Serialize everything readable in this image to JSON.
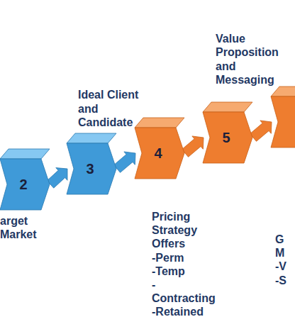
{
  "diagram": {
    "nodes": [
      {
        "text": [
          "2",
          "arget Market"
        ]
      },
      {
        "text": [
          "3",
          "Ideal Client and Candidate"
        ]
      },
      {
        "text": [
          "4",
          "Pricing Strategy Offers",
          "-Perm",
          "-Temp",
          "-Contracting",
          "-Retained"
        ]
      },
      {
        "text": [
          "5",
          "Value Proposition and Messaging"
        ]
      },
      {
        "text": [
          "G M -V -S"
        ]
      }
    ],
    "edges": [
      {
        "from": 0,
        "to": 1,
        "arrow": "to"
      },
      {
        "from": 1,
        "to": 2,
        "arrow": "to"
      },
      {
        "from": 2,
        "to": 3,
        "arrow": "to"
      },
      {
        "from": 3,
        "to": 4,
        "arrow": "to"
      }
    ]
  }
}
